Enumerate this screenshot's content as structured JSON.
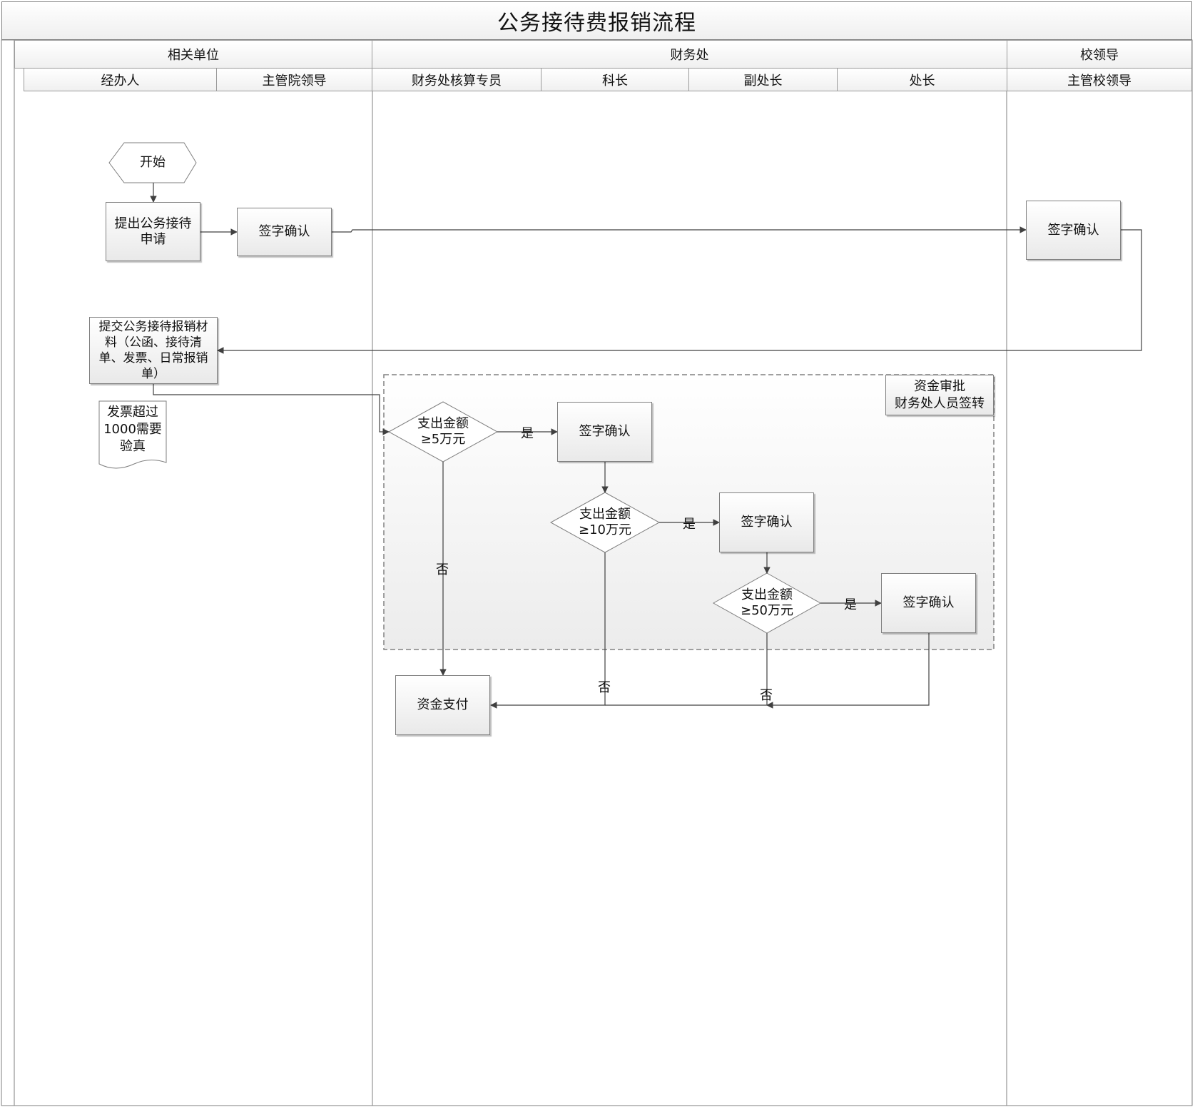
{
  "title": "公务接待费报销流程",
  "groups": {
    "related_unit": "相关单位",
    "finance": "财务处",
    "school_leader": "校领导"
  },
  "lanes": {
    "handler": "经办人",
    "dept_leader": "主管院领导",
    "accountant": "财务处核算专员",
    "section_chief": "科长",
    "deputy_director": "副处长",
    "director": "处长",
    "school_leader": "主管校领导"
  },
  "nodes": {
    "start": "开始",
    "apply": "提出公务接待\n申请",
    "sign_dept": "签字确认",
    "sign_school": "签字确认",
    "submit": "提交公务接待报销材\n料（公函、接待清\n单、发票、日常报销\n单）",
    "note": "发票超过\n1000需要\n验真",
    "approval_group": "资金审批\n财务处人员签转",
    "d1": "支出金额\n≥5万元",
    "sign1": "签字确认",
    "d2": "支出金额\n≥10万元",
    "sign2": "签字确认",
    "d3": "支出金额\n≥50万元",
    "sign3": "签字确认",
    "pay": "资金支付"
  },
  "edge_labels": {
    "yes": "是",
    "no": "否"
  },
  "colors": {
    "line": "#404040",
    "border": "#7f7f7f"
  }
}
